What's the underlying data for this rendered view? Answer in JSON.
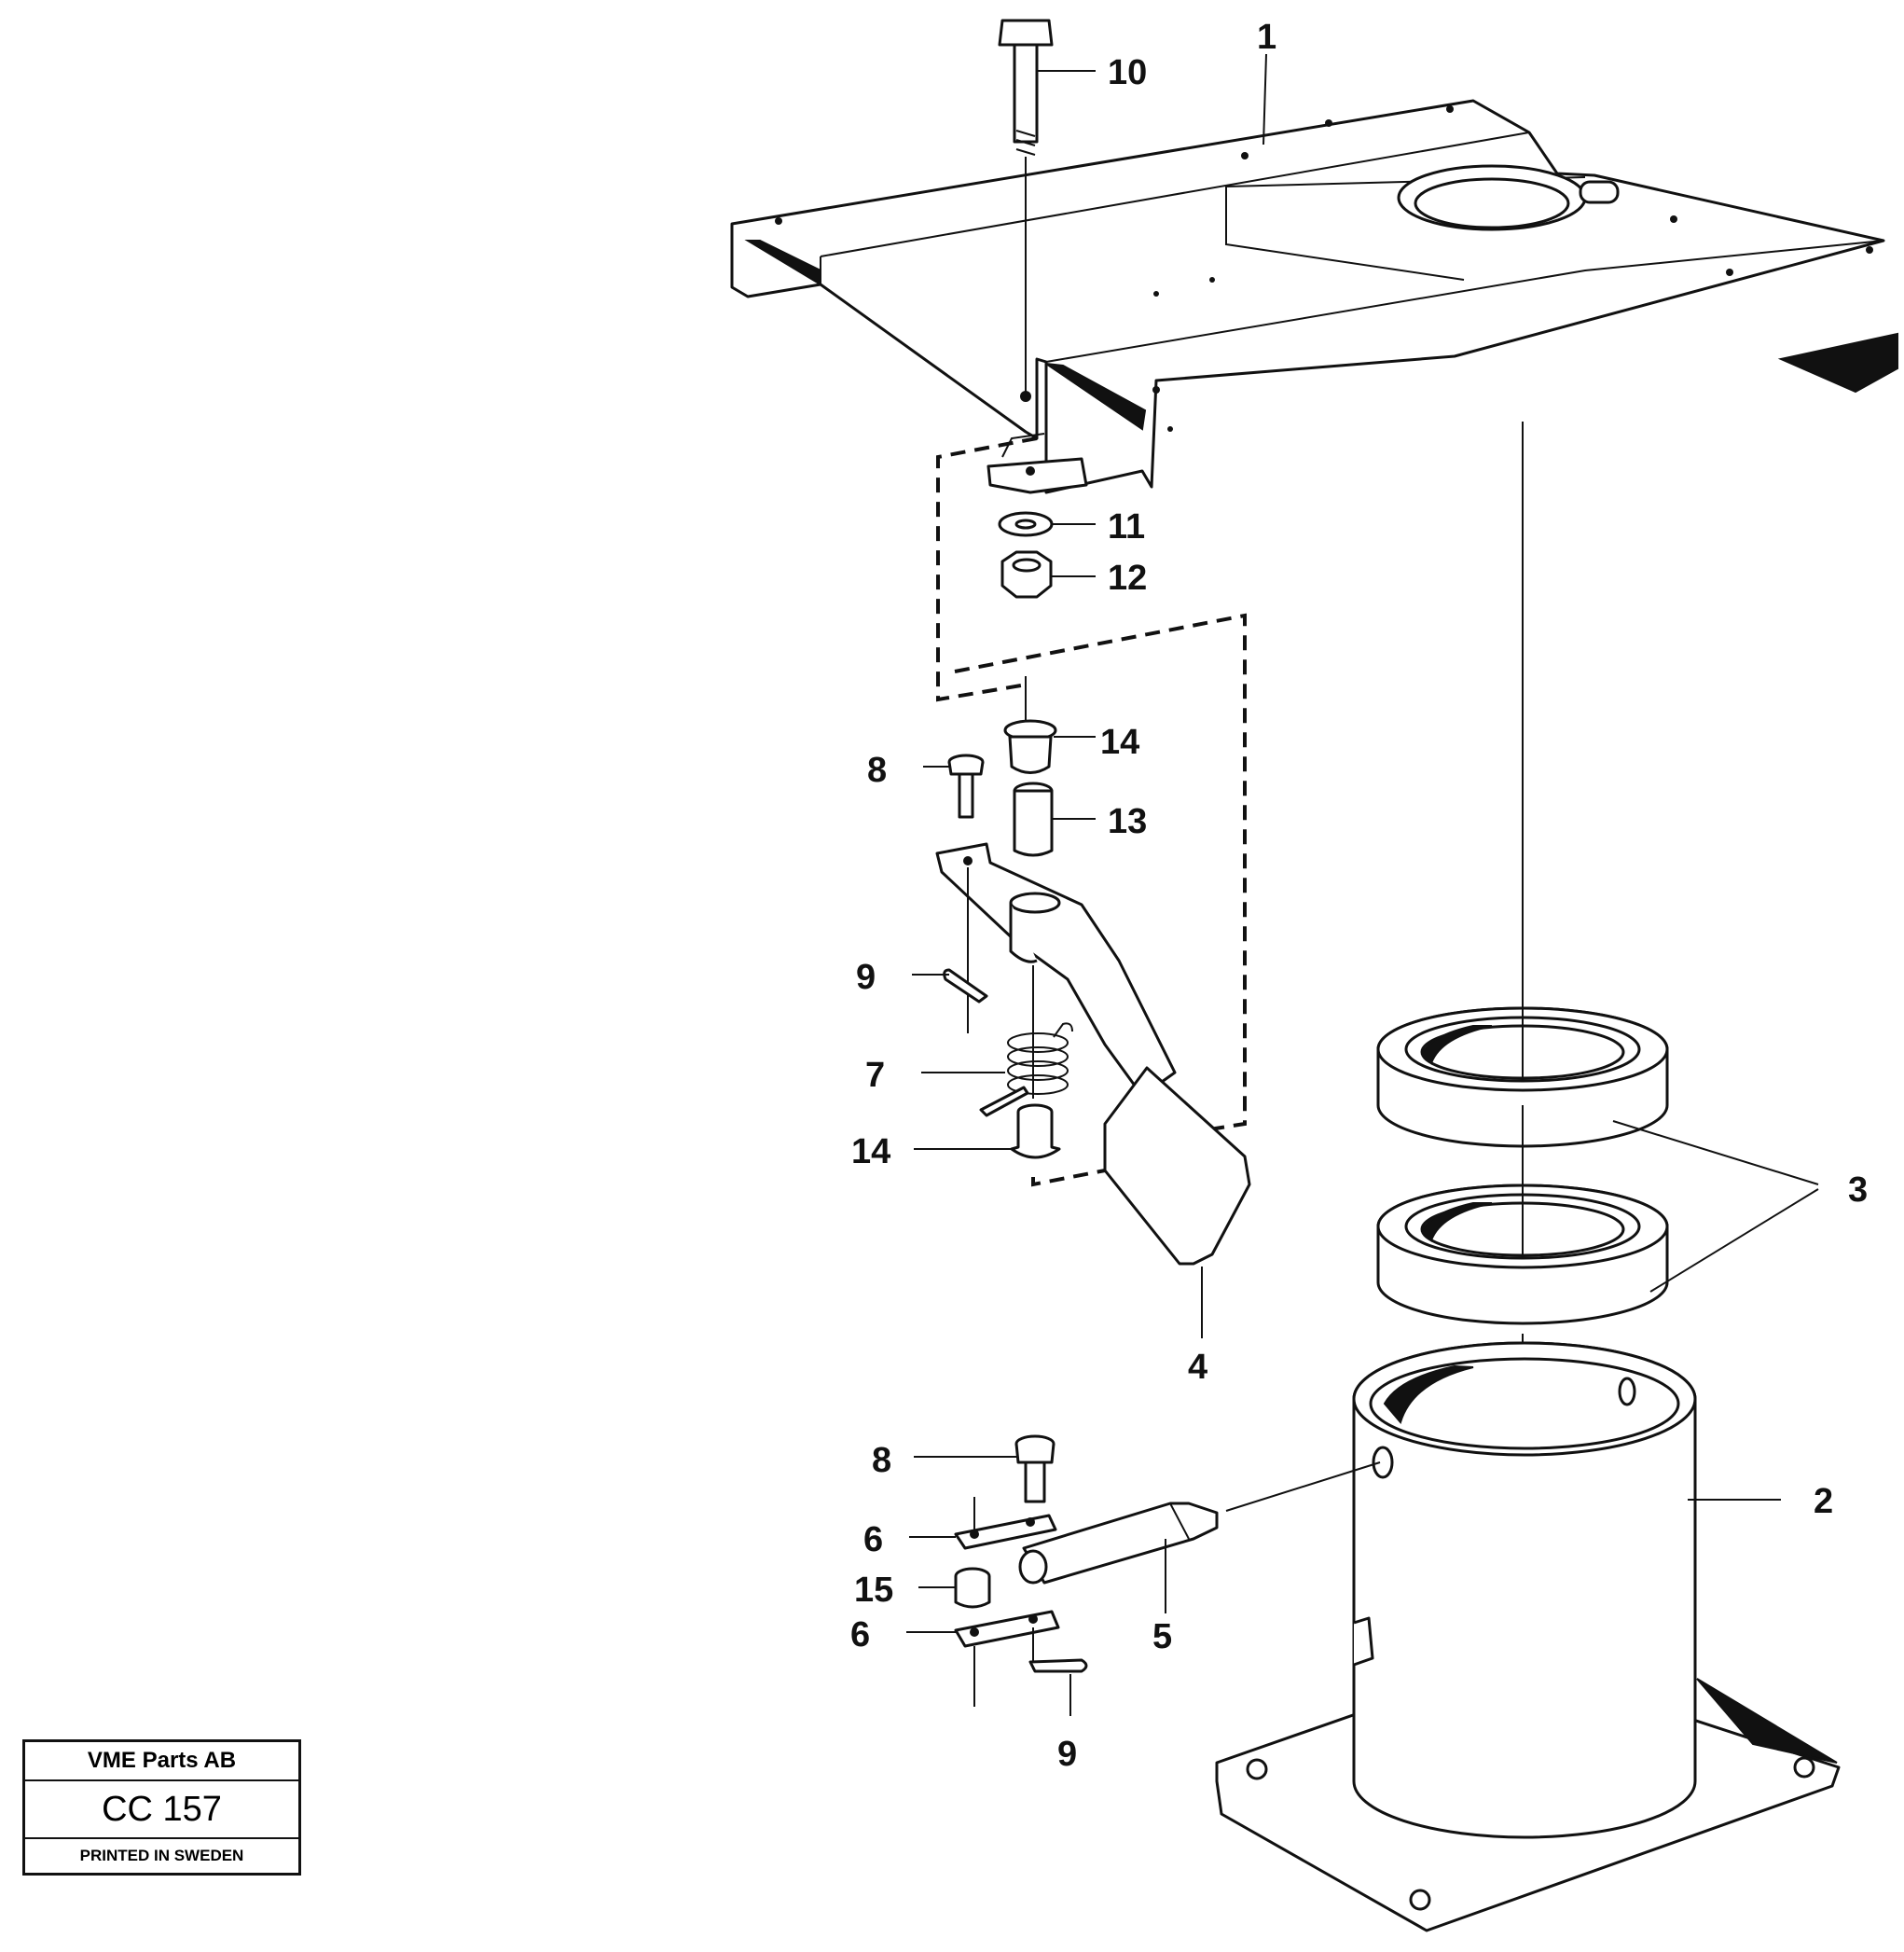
{
  "callouts": [
    "1",
    "2",
    "3",
    "4",
    "5",
    "6",
    "6",
    "7",
    "8",
    "8",
    "9",
    "9",
    "10",
    "11",
    "12",
    "13",
    "14",
    "14",
    "15"
  ],
  "title_block": {
    "company": "VME Parts AB",
    "code": "CC 157",
    "printed": "PRINTED IN SWEDEN"
  }
}
